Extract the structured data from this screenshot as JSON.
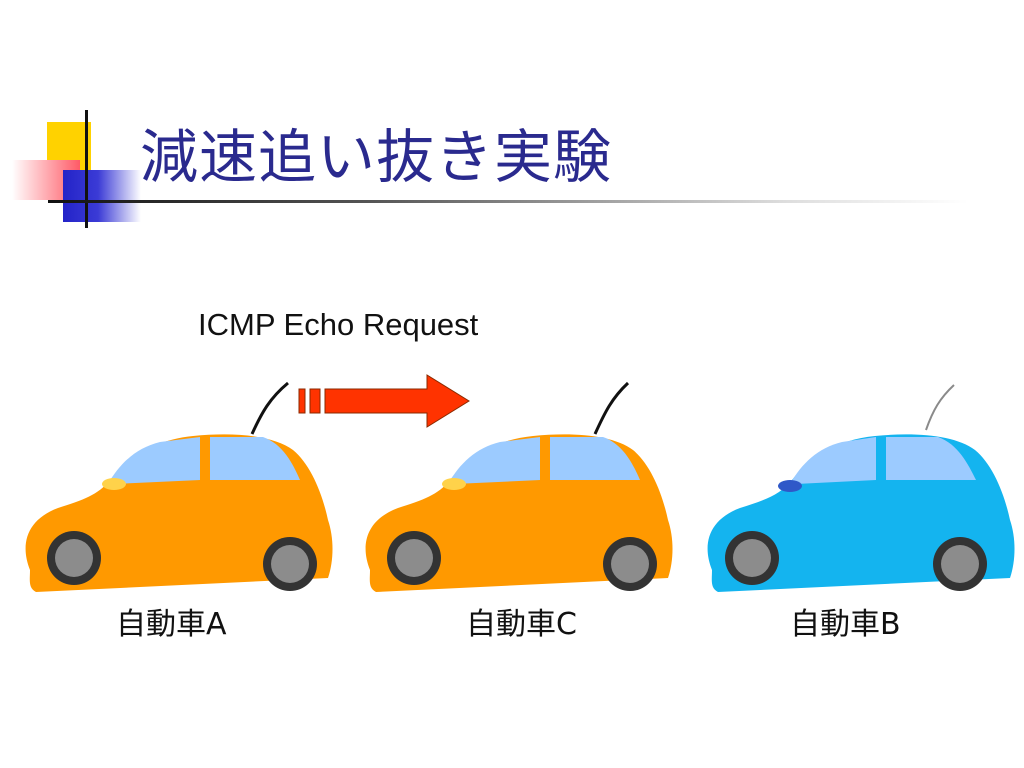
{
  "slide": {
    "title": "減速追い抜き実験",
    "request_label": "ICMP Echo Request"
  },
  "cars": [
    {
      "label": "自動車A",
      "color": "#ff9900"
    },
    {
      "label": "自動車C",
      "color": "#ff9900"
    },
    {
      "label": "自動車B",
      "color": "#14b4ef"
    }
  ],
  "colors": {
    "title": "#2a2a8e",
    "arrow": "#ff3300",
    "window": "#9ccbff",
    "tire": "#333333",
    "hub": "#8c8c8c"
  }
}
